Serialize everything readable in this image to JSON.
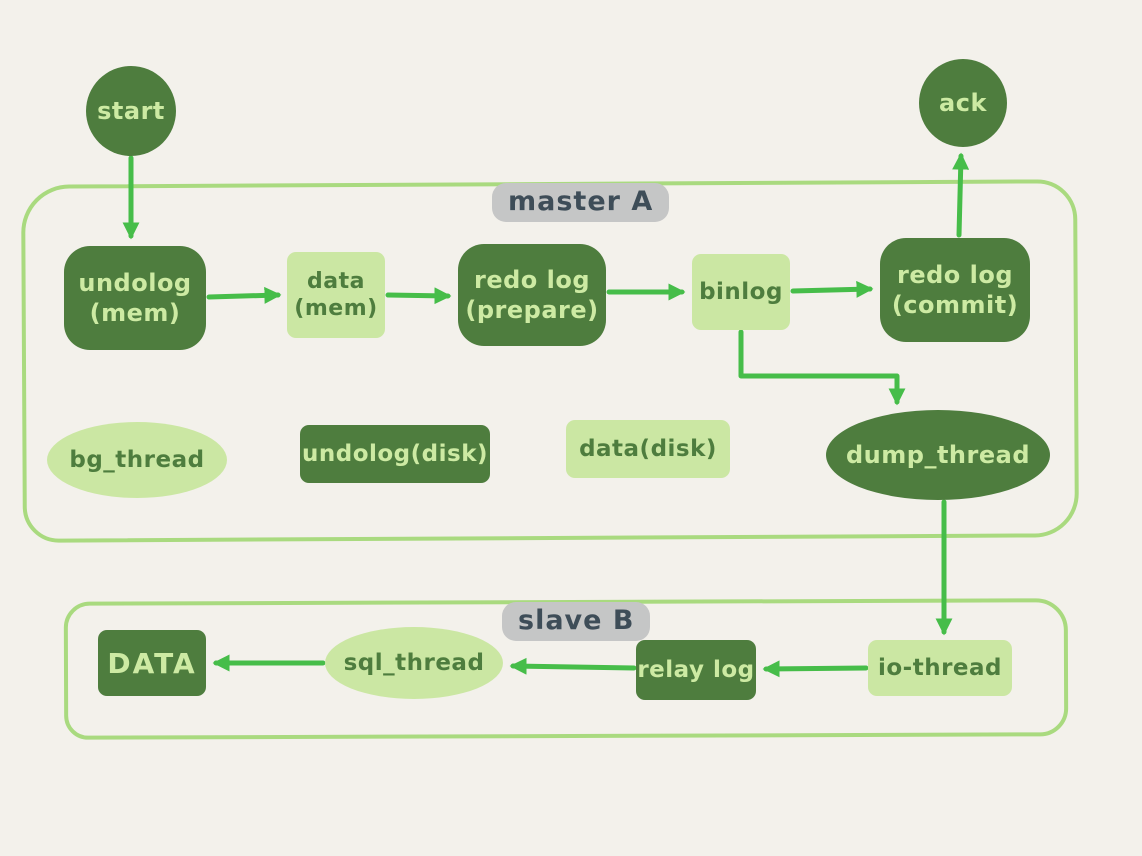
{
  "colors": {
    "background": "#f3f1eb",
    "node_dark_green": "#4e7d3e",
    "node_light_green": "#cbe7a3",
    "arrow_green": "#46bd49",
    "container_border_green": "#a9da7f",
    "zone_label_bg": "#c5c6c6",
    "zone_label_text": "#3e4d58"
  },
  "containers": {
    "master": {
      "label": "master A"
    },
    "slave": {
      "label": "slave B"
    }
  },
  "nodes": {
    "start": {
      "label": "start"
    },
    "ack": {
      "label": "ack"
    },
    "undolog_mem": {
      "label": "undolog\n(mem)"
    },
    "data_mem": {
      "label": "data\n(mem)"
    },
    "redolog_prepare": {
      "label": "redo log\n(prepare)"
    },
    "binlog": {
      "label": "binlog"
    },
    "redolog_commit": {
      "label": "redo log\n(commit)"
    },
    "bg_thread": {
      "label": "bg_thread"
    },
    "undolog_disk": {
      "label": "undolog(disk)"
    },
    "data_disk": {
      "label": "data(disk)"
    },
    "dump_thread": {
      "label": "dump_thread"
    },
    "data_slave": {
      "label": "DATA"
    },
    "sql_thread": {
      "label": "sql_thread"
    },
    "relay_log": {
      "label": "relay log"
    },
    "io_thread": {
      "label": "io-thread"
    }
  }
}
